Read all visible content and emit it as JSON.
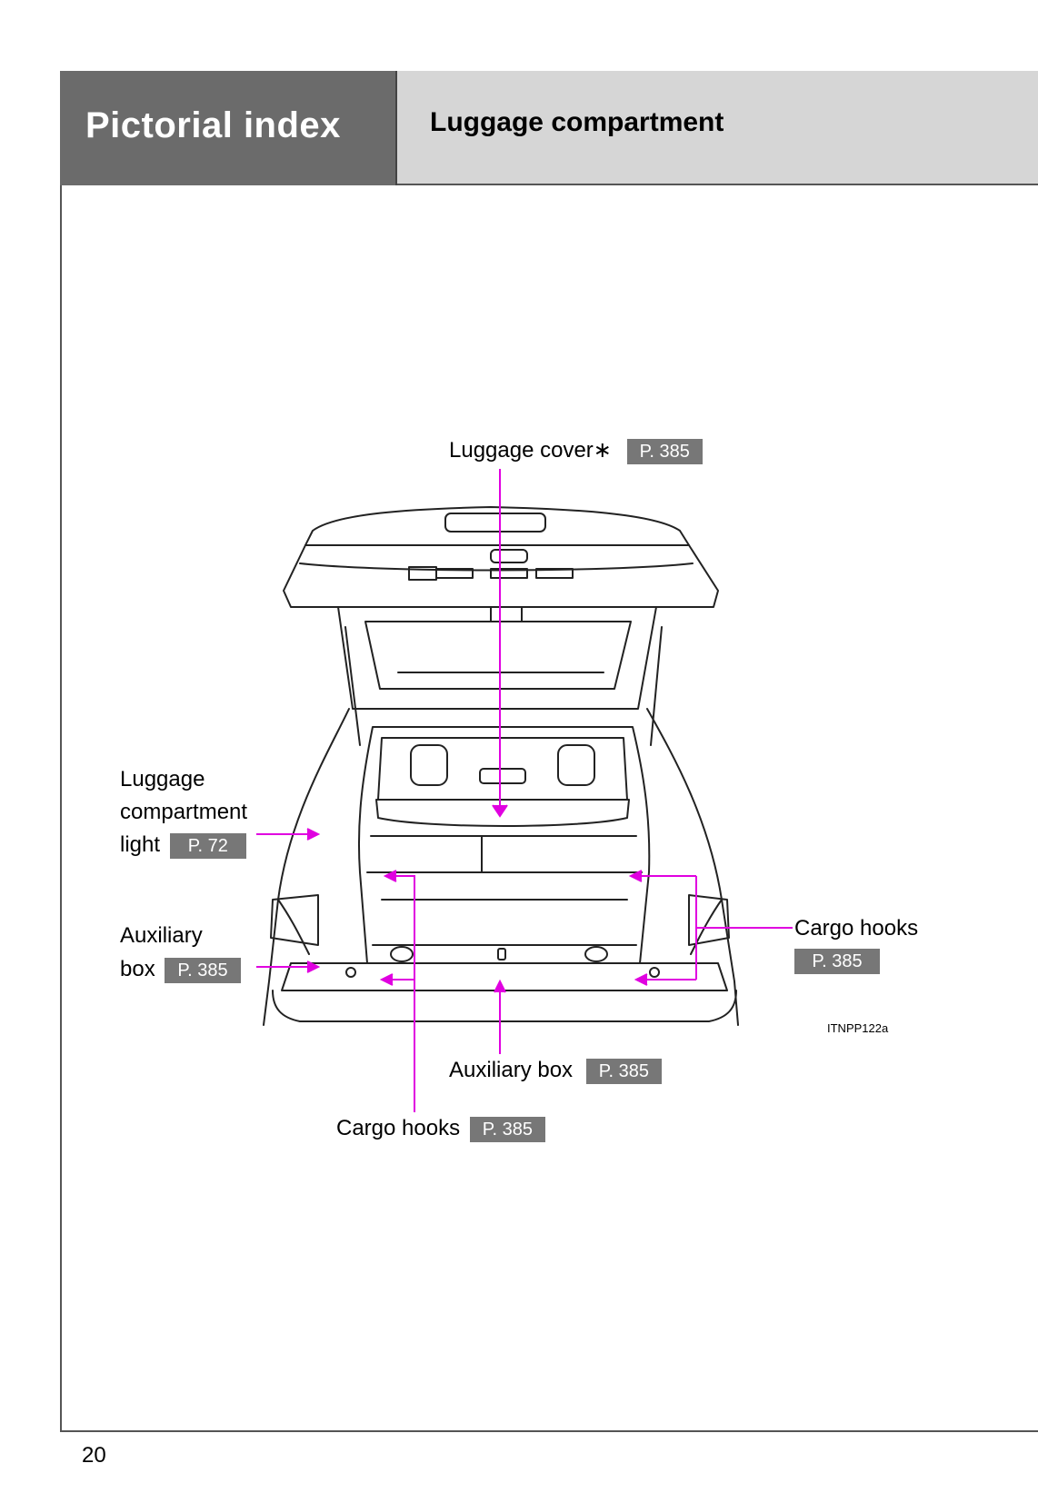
{
  "header": {
    "section": "Pictorial index",
    "title": "Luggage compartment"
  },
  "callouts": {
    "luggage_cover": {
      "label": "Luggage cover∗",
      "ref": "P. 385"
    },
    "compartment_light": {
      "line1": "Luggage",
      "line2": "compartment",
      "line3": "light",
      "ref": "P. 72"
    },
    "aux_box_left": {
      "line1": "Auxiliary",
      "line2": "box",
      "ref": "P. 385"
    },
    "cargo_hooks_right": {
      "label": "Cargo hooks",
      "ref": "P. 385"
    },
    "aux_box_bottom": {
      "label": "Auxiliary box",
      "ref": "P. 385"
    },
    "cargo_hooks_bottom": {
      "label": "Cargo hooks",
      "ref": "P. 385"
    }
  },
  "illustration": {
    "code": "ITNPP122a",
    "subject": "rear-hatch-open-car-icon",
    "leader_color": "#e000e0"
  },
  "footer": {
    "page_number": "20"
  }
}
